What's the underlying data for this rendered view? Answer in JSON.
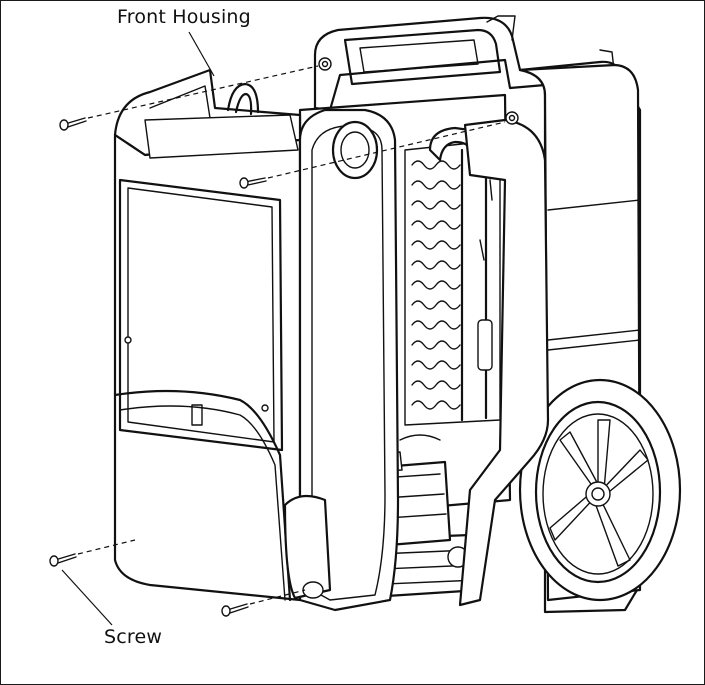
{
  "labels": {
    "front_housing": "Front Housing",
    "screw": "Screw"
  },
  "colors": {
    "line": "#111111",
    "background": "#ffffff"
  },
  "screw_count": 4
}
